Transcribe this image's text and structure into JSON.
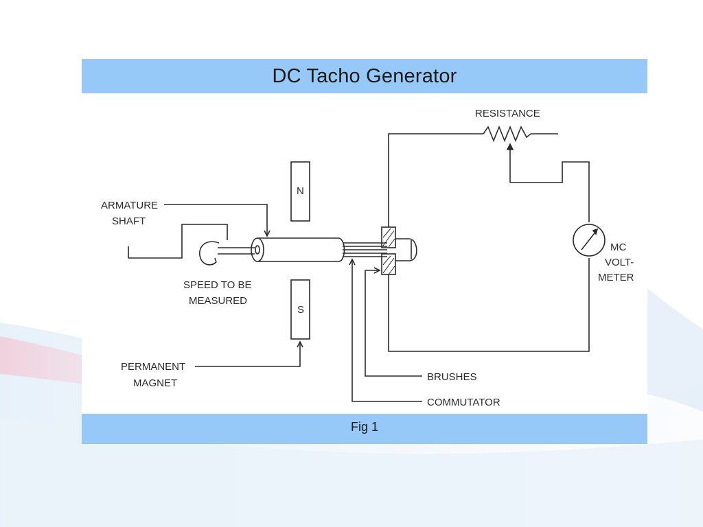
{
  "title": "DC Tacho Generator",
  "caption": "Fig 1",
  "labels": {
    "resistance": "RESISTANCE",
    "armature_line1": "ARMATURE",
    "armature_line2": "SHAFT",
    "speed_line1": "SPEED TO BE",
    "speed_line2": "MEASURED",
    "magnet_line1": "PERMANENT",
    "magnet_line2": "MAGNET",
    "north": "N",
    "south": "S",
    "mc_line1": "MC",
    "mc_line2": "VOLT-",
    "mc_line3": "METER",
    "brushes": "BRUSHES",
    "commutator": "COMMUTATOR"
  },
  "colors": {
    "header_band": "#96c9f7",
    "line": "#2a2a2a"
  }
}
